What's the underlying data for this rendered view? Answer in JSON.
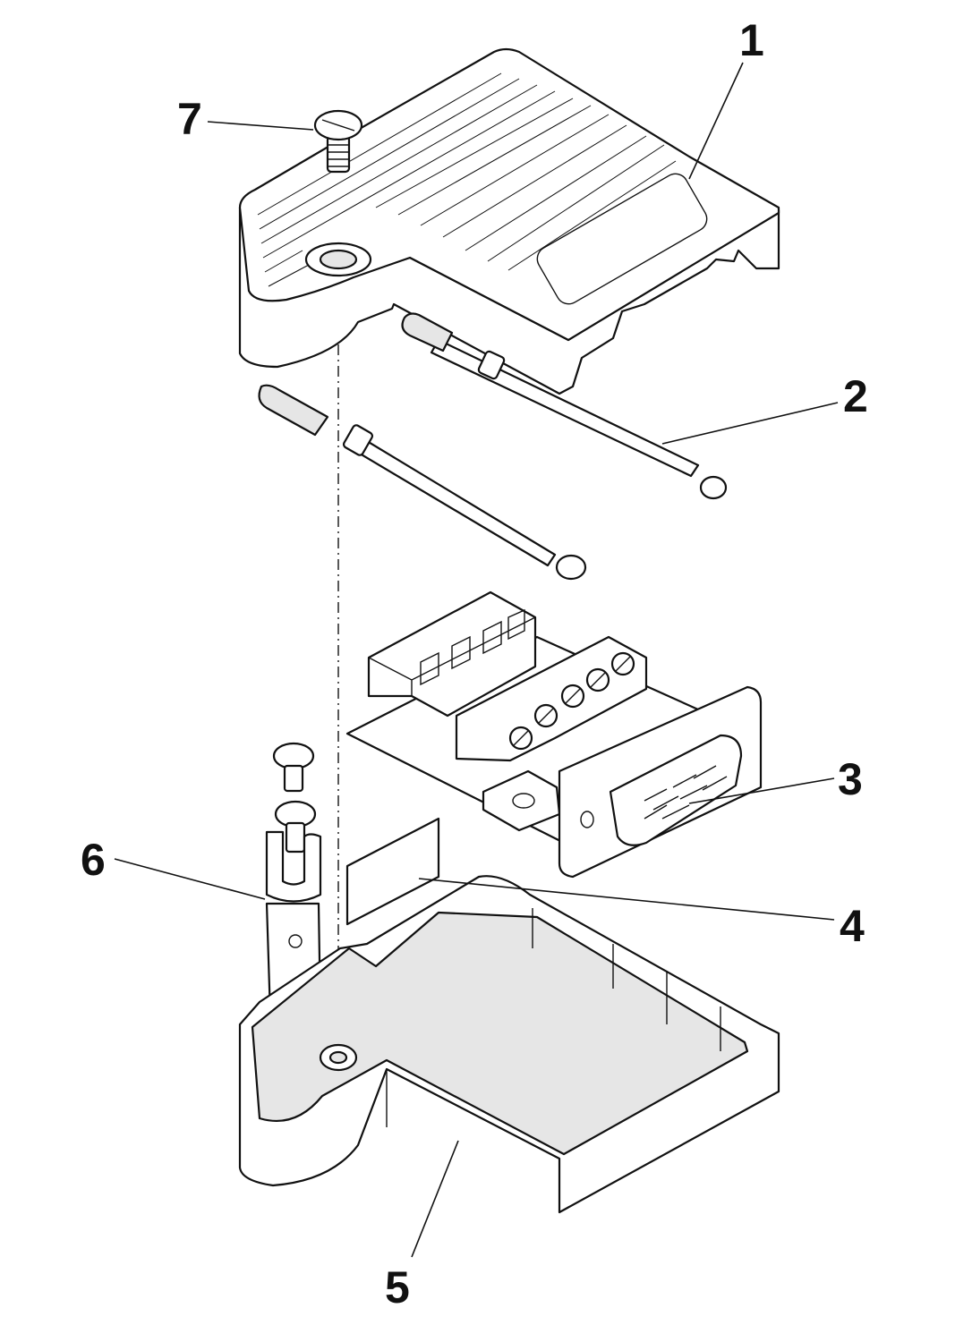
{
  "diagram": {
    "type": "exploded-assembly-view",
    "callouts": [
      {
        "id": "callout-1",
        "label": "1",
        "part": "upper-housing"
      },
      {
        "id": "callout-2",
        "label": "2",
        "part": "knurled-screws"
      },
      {
        "id": "callout-3",
        "label": "3",
        "part": "pcb-with-d-sub-connector"
      },
      {
        "id": "callout-4",
        "label": "4",
        "part": "insulating-pad"
      },
      {
        "id": "callout-5",
        "label": "5",
        "part": "lower-housing"
      },
      {
        "id": "callout-6",
        "label": "6",
        "part": "cable-clamp"
      },
      {
        "id": "callout-7",
        "label": "7",
        "part": "housing-screw"
      }
    ],
    "line_color": "#111111",
    "background": "#ffffff"
  }
}
